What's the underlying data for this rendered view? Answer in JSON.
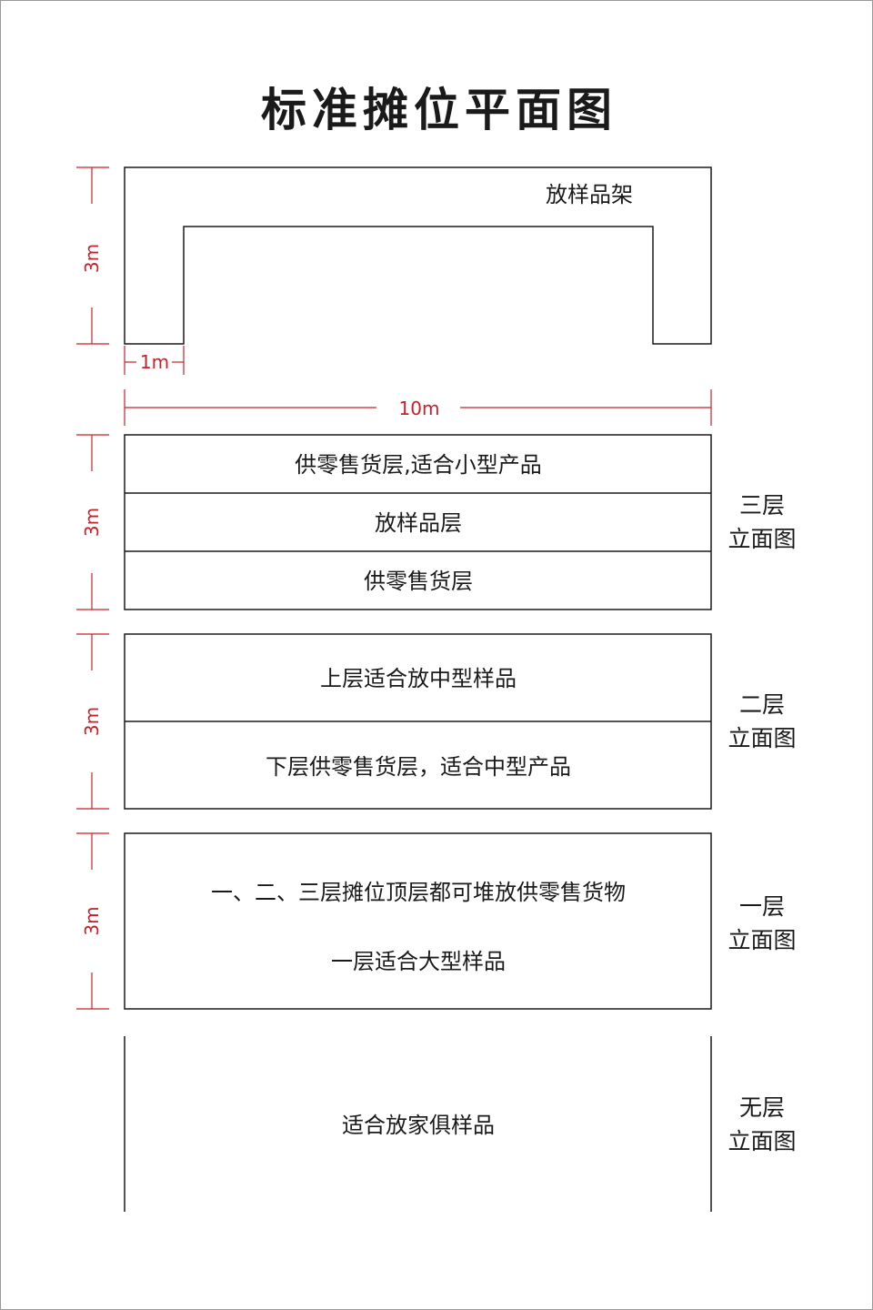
{
  "title": "标准摊位平面图",
  "colors": {
    "line": "#1a1a1a",
    "dimension": "#c8202a",
    "text": "#1a1a1a"
  },
  "plan": {
    "shelf_label": "放样品架",
    "height_label": "3m",
    "side_width_label": "1m",
    "total_width_label": "10m"
  },
  "elevations": [
    {
      "id": "three",
      "side_label": [
        "三层",
        "立面图"
      ],
      "height_label": "3m",
      "rows": [
        "供零售货层,适合小型产品",
        "放样品层",
        "供零售货层"
      ]
    },
    {
      "id": "two",
      "side_label": [
        "二层",
        "立面图"
      ],
      "height_label": "3m",
      "rows": [
        "上层适合放中型样品",
        "下层供零售货层，适合中型产品"
      ]
    },
    {
      "id": "one",
      "side_label": [
        "一层",
        "立面图"
      ],
      "height_label": "3m",
      "rows": [
        "一、二、三层摊位顶层都可堆放供零售货物",
        "一层适合大型样品"
      ]
    },
    {
      "id": "none",
      "side_label": [
        "无层",
        "立面图"
      ],
      "rows": [
        "适合放家俱样品"
      ]
    }
  ]
}
